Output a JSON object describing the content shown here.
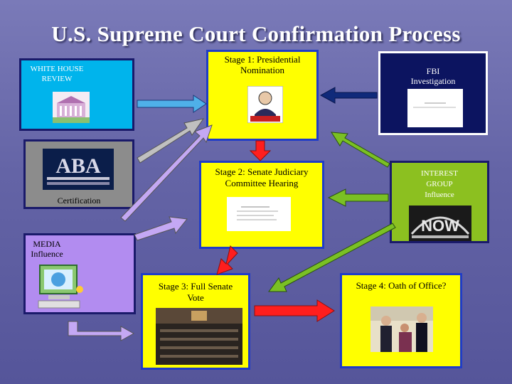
{
  "title": "U.S. Supreme Court Confirmation Process",
  "boxes": {
    "white_house": {
      "label": "WHITE HOUSE\nREVIEW",
      "fill": "#00b4ec",
      "border": "#1a1a6a"
    },
    "aba": {
      "label": "Certification",
      "logo_text": "ABA",
      "fill": "#8c8c8c",
      "border": "#1a1a6a"
    },
    "media": {
      "label": "MEDIA\nInfluence",
      "fill": "#b28cf0",
      "border": "#1a1a6a"
    },
    "stage1": {
      "label": "Stage 1:  Presidential\nNomination",
      "fill": "#ffff00",
      "border": "#1f3cc8"
    },
    "stage2": {
      "label": "Stage 2:  Senate Judiciary\nCommittee Hearing",
      "fill": "#ffff00",
      "border": "#1f3cc8"
    },
    "stage3": {
      "label": "Stage 3:  Full Senate\nVote",
      "fill": "#ffff00",
      "border": "#1f3cc8"
    },
    "stage4": {
      "label": "Stage 4:  Oath of Office?",
      "fill": "#ffff00",
      "border": "#1f3cc8"
    },
    "fbi": {
      "label": "FBI\nInvestigation",
      "fill": "#0c1460",
      "border": "#ffffff"
    },
    "interest": {
      "label": "INTEREST\nGROUP\nInfluence",
      "logo_text": "NOW",
      "fill": "#8cc020",
      "border": "#1a1a6a"
    }
  },
  "colors": {
    "arrow_blue": "#4fb0e8",
    "arrow_red": "#ff1e1e",
    "arrow_navy": "#102a7a",
    "arrow_gray": "#c0c0c0",
    "arrow_violet": "#c4a8f4",
    "arrow_green": "#7ac024"
  }
}
